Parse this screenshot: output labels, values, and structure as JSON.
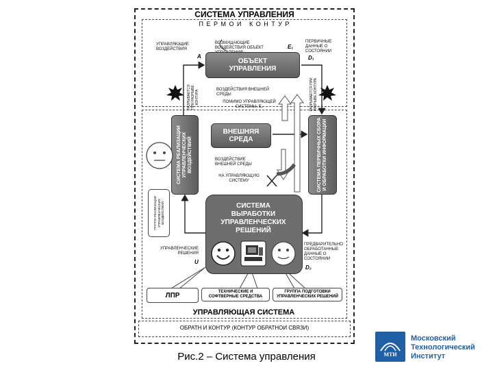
{
  "top": {
    "system_title": "СИСТЕМА УПРАВЛЕНИЯ",
    "direct_loop": "П Е Р М О И   К О Н Т У Р"
  },
  "labels": {
    "control_actions": "УПРАВЛЯЮЩИЕ ВОЗДЕЙСТВИЯ",
    "sym_a": "A",
    "disturbance_actions": "ВОЗМУЩАЮЩИЕ ВОЗДЕЙСТВИЯ ОБЪЕКТ УПРАВЛЕНИЯ",
    "sym_e1": "E₁",
    "primary_data": "ПЕРВИЧНЫЕ ДАННЫЕ О СОСТОЯНИИ",
    "sym_d1": "D₁",
    "broken_left": "РАЗРЫВАЕТСЯ ПРИ РАЗРЫВЕ КОНТУРА",
    "broken_right": "РАЗРЫВАЕТСЯ ПРИ РАЗРЫВЕ КОНТУРА",
    "env_effects": "ВОЗДЕЙСТВИЯ ВНЕШНЕЙ СРЕДЫ",
    "by_controlling": "ПОМИМО УПРАВЛЯЮЩЕЙ СИСТЕМЫ, E₂",
    "env_impact": "ВОЗДЕЙСТВИЕ ВНЕШНЕЙ СРЕДЫ",
    "on_controlling": "НА УПРАВЛЯЮЩУЮ СИСТЕМУ",
    "group_label": "ГРУППА РЕАЛИЗАЦИИ УПРАВЛЕНЧЕСКИХ ВОЗДЕЙСТВИЙ",
    "mgmt_decisions": "УПРАВЛЕНЧЕСКИЕ РЕШЕНИЯ",
    "sym_u": "U",
    "preprocessed_data": "ПРЕДВАРИТЕЛЬНО ОБРАБОТАННЫЕ ДАННЫЕ О СОСТОЯНИИ",
    "sym_d2": "D₂"
  },
  "boxes": {
    "object": "ОБЪЕКТ УПРАВЛЕНИЯ",
    "environment": "ВНЕШНЯЯ СРЕДА",
    "realization": "СИСТЕМА РЕАЛИЗАЦИИ УПРАВЛЕНЧЕСКИХ ВОЗДЕЙСТВИЙ",
    "collection": "СИСТЕМА ПЕРВИЧНЫХ СБОРА И ОБРАБОТКИ ИНФОРМАЦИИ",
    "decision": "СИСТЕМА ВЫРАБОТКИ УПРАВЛЕНЧЕСКИХ РЕШЕНИЙ"
  },
  "bottom_tags": {
    "lpr": "ЛПР",
    "tech": "ТЕХНИЧЕСКИЕ И СОФТВЕРНЫЕ СРЕДСТВА",
    "prep_group": "ГРУППА ПОДГОТОВКИ УПРАВЛЕНЧЕСКИХ РЕШЕНИЙ"
  },
  "bottom": {
    "controlling_system": "УПРАВЛЯЮЩАЯ СИСТЕМА",
    "feedback_loop": "ОБРАТН И КОНТУР (КОНТУР ОБРАТНОИ СВЯЗИ)"
  },
  "caption": "Рис.2 – Система управления",
  "logo": {
    "mark": "МТИ",
    "line1": "Московский",
    "line2": "Технологический",
    "line3": "Институт"
  },
  "colors": {
    "box_gradient_top": "#8c8c8c",
    "box_gradient_bottom": "#5e5e5e",
    "decision_box": "#6e6e6e",
    "logo_blue": "#1f5fa6"
  }
}
